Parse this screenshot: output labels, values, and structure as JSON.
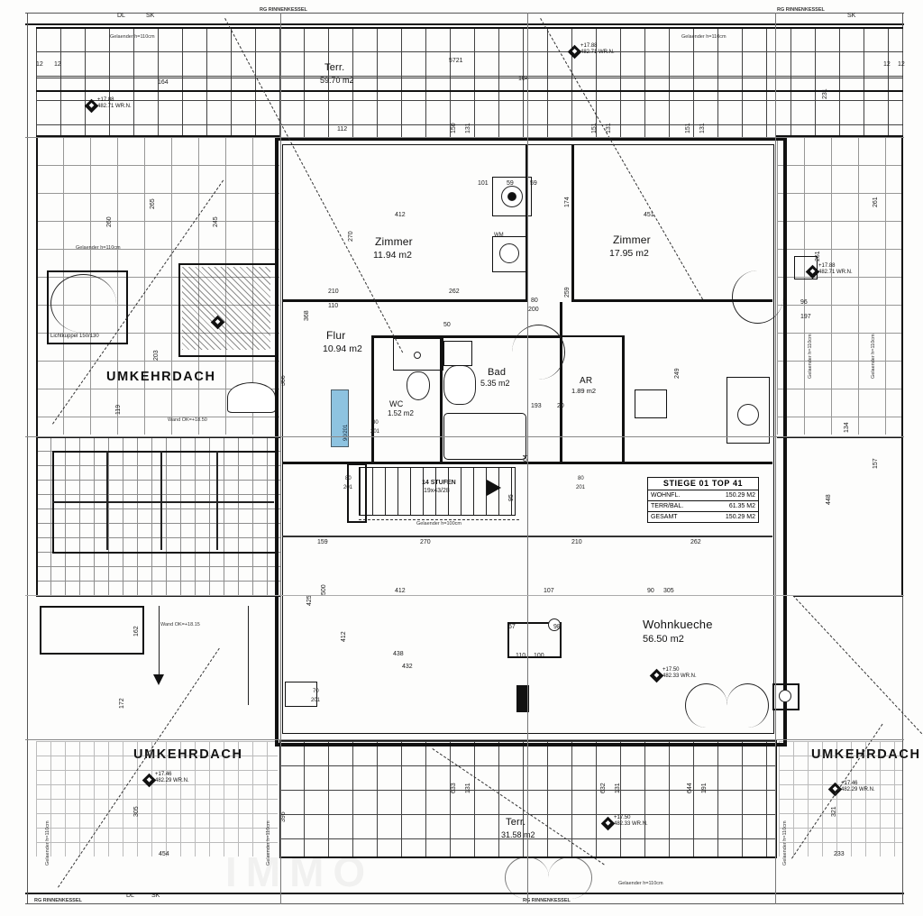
{
  "document": {
    "type": "architectural-floor-plan",
    "watermark": "IMMO"
  },
  "legend": {
    "title": "STIEGE 01 TOP 41",
    "rows": [
      {
        "key": "WOHNFL.",
        "value": "150.29 M2"
      },
      {
        "key": "TERR/BAL.",
        "value": "61.35 M2"
      },
      {
        "key": "GESAMT",
        "value": "150.29 M2"
      }
    ]
  },
  "rooms": [
    {
      "name": "Zimmer",
      "area": "11.94 m2"
    },
    {
      "name": "Zimmer",
      "area": "17.95 m2"
    },
    {
      "name": "Flur",
      "area": "10.94 m2"
    },
    {
      "name": "Bad",
      "area": "5.35 m2"
    },
    {
      "name": "WC",
      "area": "1.52 m2"
    },
    {
      "name": "AR",
      "area": "1.89 m2"
    },
    {
      "name": "Wohnkueche",
      "area": "56.50 m2"
    },
    {
      "name": "Terr.",
      "area": "59.70 m2"
    },
    {
      "name": "Terr.",
      "area": "31.58 m2"
    }
  ],
  "zones": {
    "umkehrdach_left": "UMKEHRDACH",
    "umkehrdach_bottom_left": "UMKEHRDACH",
    "umkehrdach_right": "UMKEHRDACH"
  },
  "elevations": [
    {
      "id": "e1",
      "value": "+17.88",
      "ref": "482.71 WR.N."
    },
    {
      "id": "e2",
      "value": "+17.88",
      "ref": "482.71 WR.N."
    },
    {
      "id": "e3",
      "value": "+17.88",
      "ref": "482.71 WR.N."
    },
    {
      "id": "e4",
      "value": "+17.50",
      "ref": "482.33 WR.N."
    },
    {
      "id": "e5",
      "value": "+17.50",
      "ref": "482.33 WR.N."
    },
    {
      "id": "e6",
      "value": "+17.46",
      "ref": "482.29 WR.N."
    },
    {
      "id": "e7",
      "value": "+17.46",
      "ref": "482.29 WR.N."
    }
  ],
  "annotations": {
    "rinnenkessel_top_left": "RG RINNENKESSEL",
    "rinnenkessel_top_right": "RG RINNENKESSEL",
    "rinnenkessel_bottom_left": "RG RINNENKESSEL",
    "rinnenkessel_bottom_mid": "RG RINNENKESSEL",
    "gelaender_top_left": "Gelaender h=110cm",
    "gelaender_top_right": "Gelaender h=110cm",
    "gelaender_left": "Gelaender h=110cm",
    "gelaender_right": "Gelaender h=110cm",
    "gelaender_bottom": "Gelaender h=110cm",
    "gelaender_stairs": "Gelaender h=100cm",
    "wand_ok_1850": "Wand OK=+18.50",
    "wand_ok_1815": "Wand OK=+18.15",
    "lichtkuppel": "Lichtkuppel 150/130",
    "stairs": "14 STUFEN\n19x43/28"
  },
  "dimensions": {
    "top": [
      "5721",
      "104"
    ],
    "rooms_top": [
      "412",
      "451"
    ],
    "mid": [
      "210",
      "110",
      "262"
    ],
    "doors": [
      "80\n201",
      "80\n201",
      "90\n201",
      "80\n201",
      "70\n201"
    ],
    "bottom_row": [
      "159",
      "270",
      "210",
      "262"
    ],
    "left_col": [
      "260",
      "245",
      "265",
      "119",
      "162",
      "172"
    ],
    "right_col": [
      "448",
      "134",
      "157",
      "197",
      "96"
    ],
    "misc": [
      "412",
      "438",
      "432",
      "305",
      "396",
      "454",
      "233",
      "321",
      "90",
      "305"
    ]
  }
}
